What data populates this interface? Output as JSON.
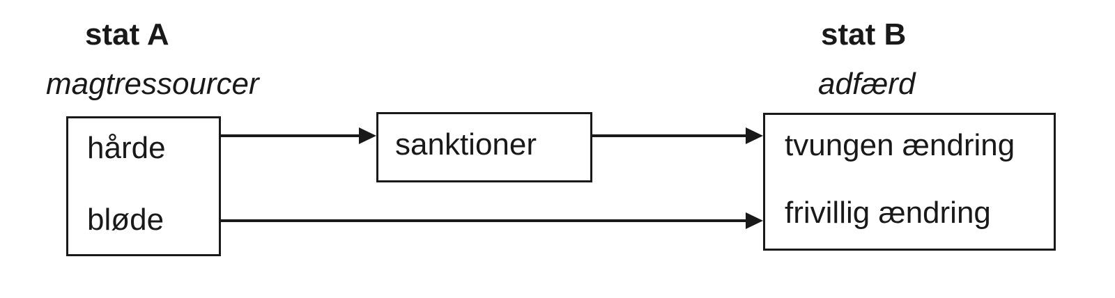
{
  "diagram": {
    "background_color": "#ffffff",
    "line_color": "#191919",
    "columns": {
      "stat_a": {
        "title": "stat A",
        "subtitle": "magtressourcer"
      },
      "stat_b": {
        "title": "stat B",
        "subtitle": "adfærd"
      }
    },
    "boxes": {
      "resources": {
        "items": [
          "hårde",
          "bløde"
        ]
      },
      "sanctions": {
        "label": "sanktioner"
      },
      "behavior": {
        "items": [
          "tvungen ændring",
          "frivillig ændring"
        ]
      }
    },
    "connectors": [
      {
        "from": "hårde",
        "to": "sanktioner"
      },
      {
        "from": "sanktioner",
        "to": "tvungen ændring"
      },
      {
        "from": "bløde",
        "to": "frivillig ændring"
      }
    ]
  }
}
